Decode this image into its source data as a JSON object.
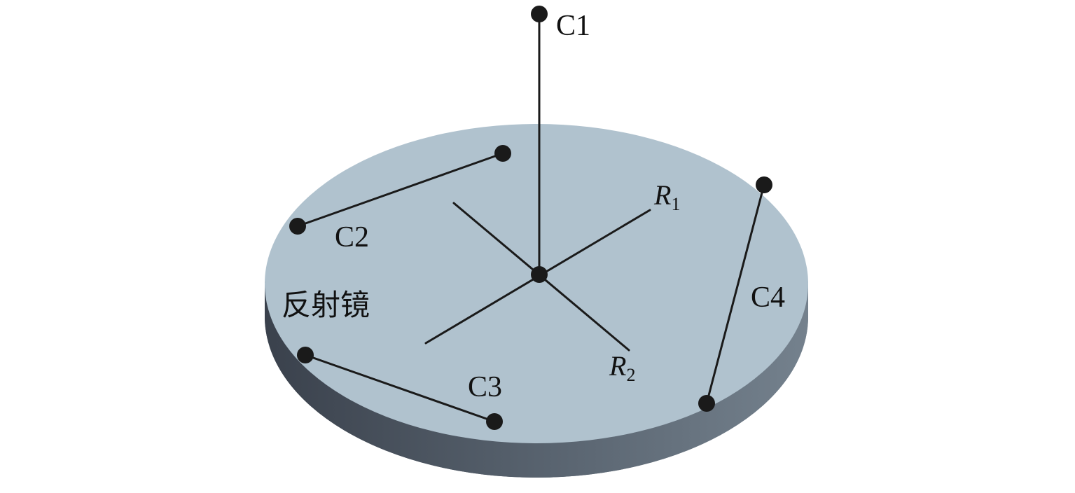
{
  "diagram": {
    "mirror_label": "反射镜",
    "axes": {
      "r1": {
        "symbol": "R",
        "sub": "1"
      },
      "r2": {
        "symbol": "R",
        "sub": "2"
      }
    },
    "rods": {
      "c1": "C1",
      "c2": "C2",
      "c3": "C3",
      "c4": "C4"
    },
    "colors": {
      "mirror_top": "#b0c2ce",
      "mirror_side_dark": "#3f4652",
      "mirror_side_light": "#6f7c88",
      "line": "#1a1a1a",
      "node": "#1a1a1a"
    }
  }
}
